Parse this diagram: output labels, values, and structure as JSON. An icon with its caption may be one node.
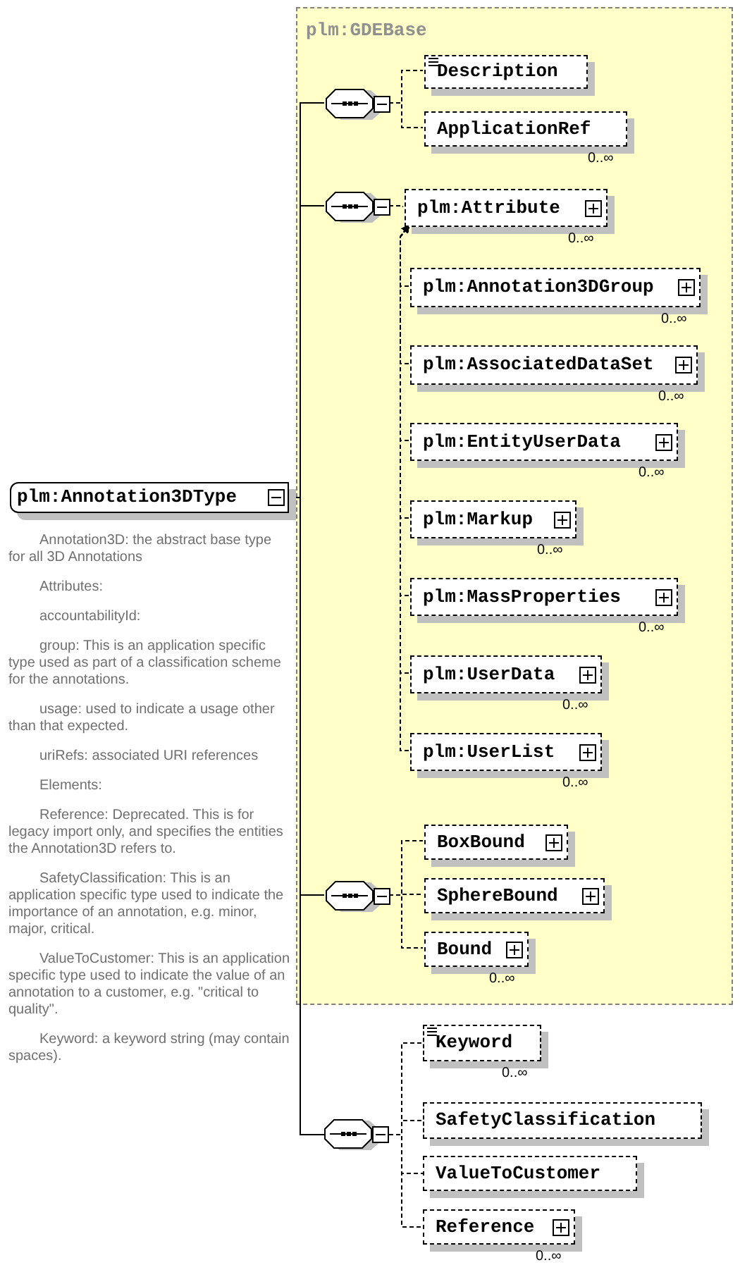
{
  "diagram": {
    "nodes": [
      {
        "text": [
          "plm:Annotation3DType"
        ],
        "beside": [
          "Annotation3D: the abstract base type for all 3D Annotations",
          "Attributes:",
          "accountabilityId:",
          "group: This is an application specific type used as part of a classification scheme for the annotations.",
          "usage: used to indicate a usage other than that expected.",
          "uriRefs: associated URI references",
          "Elements:",
          "Reference: Deprecated. This is for legacy import only, and specifies the entities the Annotation3D refers to.",
          "SafetyClassification: This is an application specific type used to indicate the importance of an annotation, e.g. minor, major, critical.",
          "ValueToCustomer: This is an application specific type used to indicate the value of an annotation to a customer, e.g. \"critical to quality\".",
          "Keyword: a keyword string (may contain spaces)."
        ]
      },
      {
        "text": [
          "plm:GDEBase"
        ]
      },
      {
        "text": [],
        "shape": "octagon",
        "in": 1
      },
      {
        "text": [
          "Description"
        ],
        "in": 1
      },
      {
        "text": [
          "ApplicationRef"
        ],
        "beside": [
          "0..∞"
        ],
        "in": 1
      },
      {
        "text": [],
        "shape": "octagon",
        "in": 1
      },
      {
        "text": [
          "plm:Attribute"
        ],
        "beside": [
          "0..∞"
        ],
        "in": 1
      },
      {
        "text": [
          "plm:Annotation3DGroup"
        ],
        "beside": [
          "0..∞"
        ],
        "in": 1
      },
      {
        "text": [
          "plm:AssociatedDataSet"
        ],
        "beside": [
          "0..∞"
        ],
        "in": 1
      },
      {
        "text": [
          "plm:EntityUserData"
        ],
        "beside": [
          "0..∞"
        ],
        "in": 1
      },
      {
        "text": [
          "plm:Markup"
        ],
        "beside": [
          "0..∞"
        ],
        "in": 1
      },
      {
        "text": [
          "plm:MassProperties"
        ],
        "beside": [
          "0..∞"
        ],
        "in": 1
      },
      {
        "text": [
          "plm:UserData"
        ],
        "beside": [
          "0..∞"
        ],
        "in": 1
      },
      {
        "text": [
          "plm:UserList"
        ],
        "beside": [
          "0..∞"
        ],
        "in": 1
      },
      {
        "text": [],
        "shape": "octagon",
        "in": 1
      },
      {
        "text": [
          "BoxBound"
        ],
        "in": 1
      },
      {
        "text": [
          "SphereBound"
        ],
        "in": 1
      },
      {
        "text": [
          "Bound"
        ],
        "beside": [
          "0..∞"
        ],
        "in": 1
      },
      {
        "text": [],
        "shape": "octagon"
      },
      {
        "text": [
          "Keyword"
        ],
        "beside": [
          "0..∞"
        ]
      },
      {
        "text": [
          "SafetyClassification"
        ]
      },
      {
        "text": [
          "ValueToCustomer"
        ]
      },
      {
        "text": [
          "Reference"
        ],
        "beside": [
          "0..∞"
        ]
      }
    ],
    "edges": [
      {
        "from": 0,
        "to": 2,
        "arrow": "none"
      },
      {
        "from": 0,
        "to": 5,
        "arrow": "none"
      },
      {
        "from": 0,
        "to": 14,
        "arrow": "none"
      },
      {
        "from": 0,
        "to": 18,
        "arrow": "none"
      },
      {
        "from": 2,
        "to": 3,
        "arrow": "none",
        "style": "dashed"
      },
      {
        "from": 2,
        "to": 4,
        "arrow": "none",
        "style": "dashed"
      },
      {
        "from": 5,
        "to": 6,
        "arrow": "none",
        "style": "dashed"
      },
      {
        "from": 7,
        "to": 6,
        "arrow": "to",
        "style": "dashed"
      },
      {
        "from": 8,
        "to": 6,
        "arrow": "to",
        "style": "dashed"
      },
      {
        "from": 9,
        "to": 6,
        "arrow": "to",
        "style": "dashed"
      },
      {
        "from": 10,
        "to": 6,
        "arrow": "to",
        "style": "dashed"
      },
      {
        "from": 11,
        "to": 6,
        "arrow": "to",
        "style": "dashed"
      },
      {
        "from": 12,
        "to": 6,
        "arrow": "to",
        "style": "dashed"
      },
      {
        "from": 13,
        "to": 6,
        "arrow": "to",
        "style": "dashed"
      },
      {
        "from": 14,
        "to": 15,
        "arrow": "none",
        "style": "dashed"
      },
      {
        "from": 14,
        "to": 16,
        "arrow": "none",
        "style": "dashed"
      },
      {
        "from": 14,
        "to": 17,
        "arrow": "none",
        "style": "dashed"
      },
      {
        "from": 18,
        "to": 19,
        "arrow": "none",
        "style": "dashed"
      },
      {
        "from": 18,
        "to": 20,
        "arrow": "none",
        "style": "dashed"
      },
      {
        "from": 18,
        "to": 21,
        "arrow": "none",
        "style": "dashed"
      },
      {
        "from": 18,
        "to": 22,
        "arrow": "none",
        "style": "dashed"
      }
    ]
  }
}
